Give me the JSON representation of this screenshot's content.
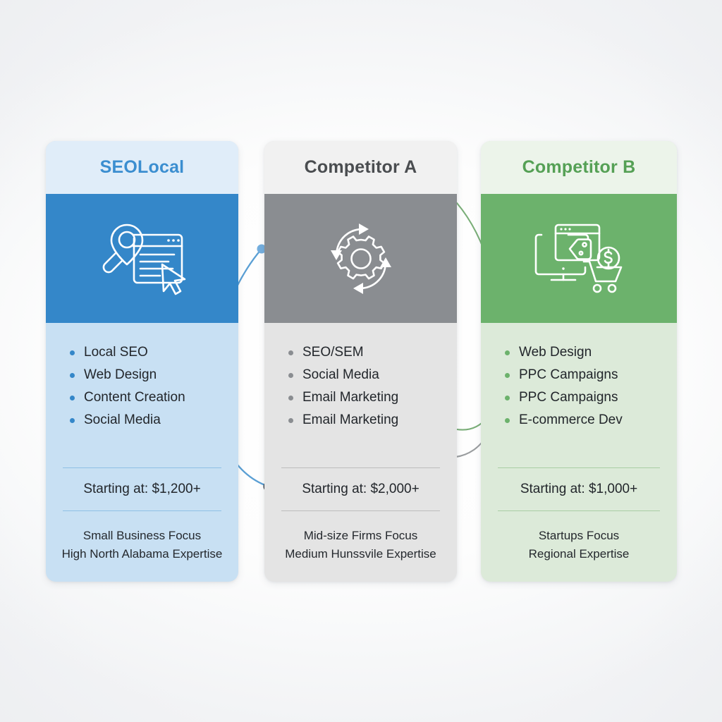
{
  "theme": {
    "background": "#ffffff",
    "blue_accent": "#3487c9",
    "blue_title": "#3b8ed0",
    "blue_header_bg": "#e0edf9",
    "blue_body_bg": "#c8e0f3",
    "gray_accent": "#8a8d91",
    "gray_title": "#4a4d50",
    "gray_header_bg": "#f1f1f1",
    "gray_body_bg": "#e4e4e4",
    "green_accent": "#6cb26c",
    "green_title": "#55a055",
    "green_header_bg": "#ecf4ea",
    "green_body_bg": "#dcead9",
    "text_color": "#22262b"
  },
  "cards": [
    {
      "id": "seolocal",
      "title": "SEOLocal",
      "icon_name": "location-pin-search-webpage-cursor-icon",
      "features": [
        "Local SEO",
        "Web Design",
        "Content Creation",
        "Social Media"
      ],
      "price": "Starting at: $1,200+",
      "footer_lines": [
        "Small Business Focus",
        "High North Alabama Expertise"
      ]
    },
    {
      "id": "competitor-a",
      "title": "Competitor A",
      "icon_name": "gear-circular-arrows-icon",
      "features": [
        "SEO/SEM",
        "Social Media",
        "Email Marketing",
        "Email Marketing"
      ],
      "price": "Starting at: $2,000+",
      "footer_lines": [
        "Mid-size Firms Focus",
        "Medium Hunssvile Expertise"
      ]
    },
    {
      "id": "competitor-b",
      "title": "Competitor B",
      "icon_name": "ecommerce-monitor-cart-dollar-icon",
      "features": [
        "Web Design",
        "PPC Campaigns",
        "PPC Campaigns",
        "E-commerce Dev"
      ],
      "price": "Starting at: $1,000+",
      "footer_lines": [
        "Startups Focus",
        "Regional Expertise"
      ]
    }
  ],
  "connectors": {
    "blue_curve_color": "#5a9fd4",
    "blue_start_dot_color": "#74aede",
    "blue_end_dot_color": "#434a52",
    "green_curve_color": "#7aae78",
    "gray_curve_color": "#9a9d9f"
  }
}
